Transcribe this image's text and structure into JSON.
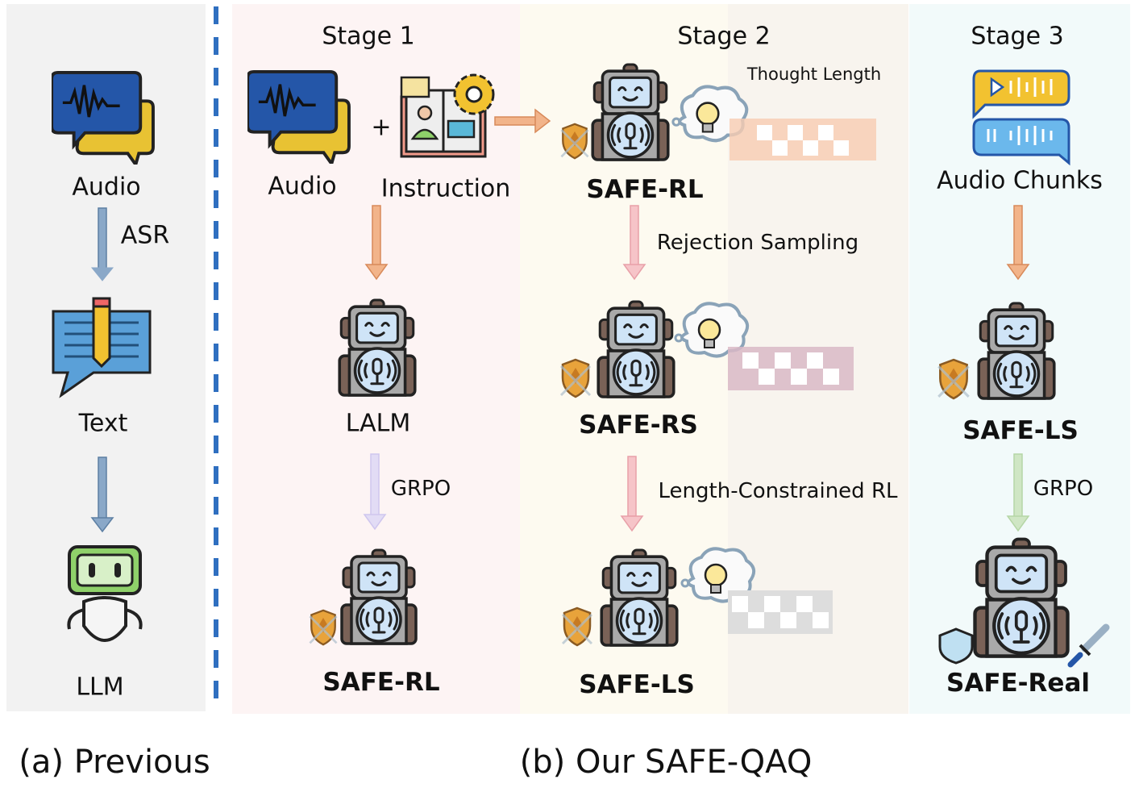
{
  "previous": {
    "audio_label": "Audio",
    "asr_label": "ASR",
    "text_label": "Text",
    "llm_label": "LLM",
    "caption": "(a) Previous"
  },
  "ours": {
    "caption": "(b) Our SAFE-QAQ",
    "stage1": {
      "title": "Stage 1",
      "audio_label": "Audio",
      "plus": "+",
      "instruction_label": "Instruction",
      "lalm_label": "LALM",
      "edge_label": "GRPO",
      "output_label": "SAFE-RL"
    },
    "stage2": {
      "title": "Stage 2",
      "thought_length_label": "Thought Length",
      "input_label": "SAFE-RL",
      "edge1_label": "Rejection Sampling",
      "mid_label": "SAFE-RS",
      "edge2_label": "Length-Constrained RL",
      "output_label": "SAFE-LS"
    },
    "stage3": {
      "title": "Stage 3",
      "chunks_label": "Audio Chunks",
      "input_label": "SAFE-LS",
      "edge_label": "GRPO",
      "output_label": "SAFE-Real"
    }
  },
  "colors": {
    "previous_bg": "#f2f2f2",
    "stage1_bg": "#fdf3f3",
    "stage2_bg": "#fdfaf0",
    "stage3_bg": "#f2fafa",
    "divider": "#2f6fc0"
  }
}
